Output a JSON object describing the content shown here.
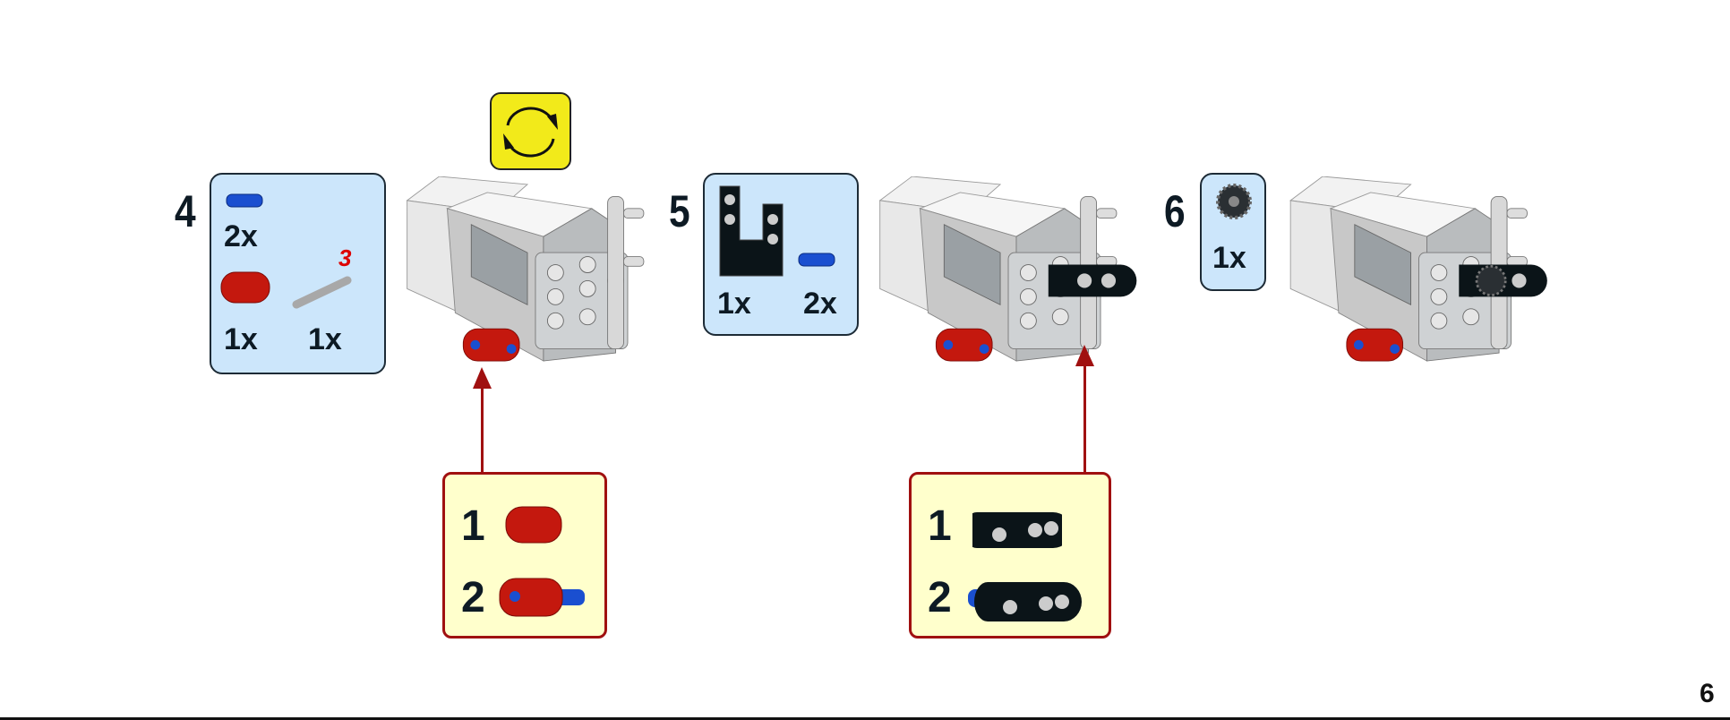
{
  "rotate_icon": "rotate-arrows-icon",
  "steps": [
    {
      "number": "4",
      "parts": [
        {
          "qty": "2x",
          "part": "blue-pin"
        },
        {
          "qty": "1x",
          "part": "red-connector"
        },
        {
          "qty": "1x",
          "part": "grey-axle",
          "length": "3"
        }
      ]
    },
    {
      "number": "5",
      "parts": [
        {
          "qty": "1x",
          "part": "black-u-beam"
        },
        {
          "qty": "2x",
          "part": "blue-pin"
        }
      ]
    },
    {
      "number": "6",
      "parts": [
        {
          "qty": "1x",
          "part": "black-gear"
        }
      ]
    }
  ],
  "callouts": [
    {
      "substeps": [
        {
          "number": "1"
        },
        {
          "number": "2"
        }
      ]
    },
    {
      "substeps": [
        {
          "number": "1"
        },
        {
          "number": "2"
        }
      ]
    }
  ],
  "page_number": "6",
  "colors": {
    "panel": "#cce6fb",
    "callout": "#ffffcc",
    "callout_border": "#a01010",
    "rotate": "#f2ea1a"
  }
}
